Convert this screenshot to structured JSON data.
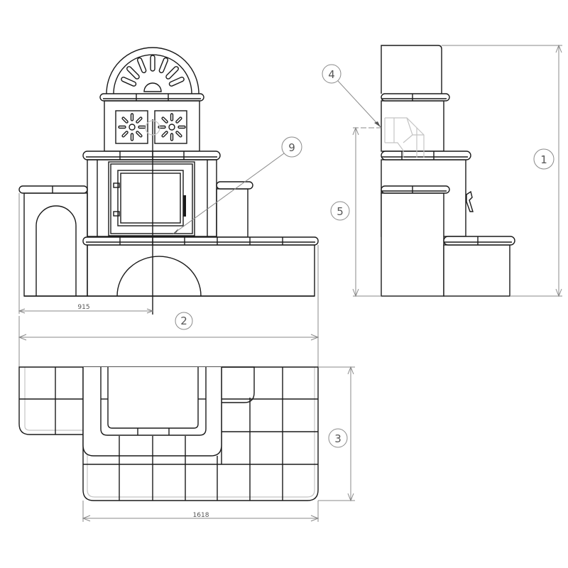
{
  "drawing": {
    "dimensions": {
      "front_offset": "915",
      "plan_width": "1618"
    },
    "callouts": {
      "overall_height": "1",
      "overall_width": "2",
      "depth": "3",
      "flue_outlet": "4",
      "flue_height": "5",
      "door_detail": "9"
    },
    "colors": {
      "line": "#1a1a1a",
      "dimension": "#8a8a8a",
      "hidden": "#c4c4c4"
    }
  }
}
